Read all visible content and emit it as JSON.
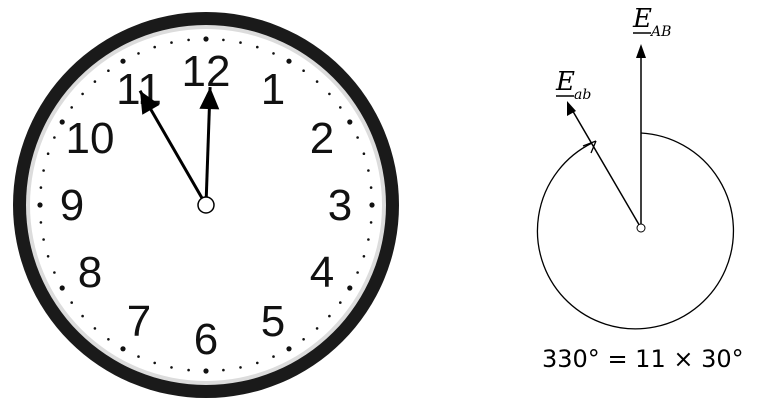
{
  "clock": {
    "numerals": [
      "12",
      "1",
      "2",
      "3",
      "4",
      "5",
      "6",
      "7",
      "8",
      "9",
      "10",
      "11"
    ],
    "hour_hand_hour": 11,
    "minute_hand_minute": 0,
    "colors": {
      "rim": "#1a1a1a",
      "face": "#ffffff",
      "hands": "#000000"
    }
  },
  "phasor": {
    "reference_label": {
      "main": "E",
      "sub": "AB"
    },
    "rotated_label": {
      "main": "E",
      "sub": "ab"
    },
    "rotation_degrees": 330,
    "caption": "330° = 11 × 30°"
  }
}
